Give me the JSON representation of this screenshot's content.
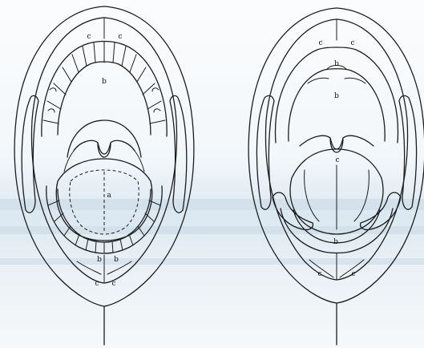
{
  "labels": {
    "left": {
      "c_upper_left": "c",
      "c_upper_right": "c",
      "b_palate": "b",
      "a_tongue": "a",
      "b_lower_left": "b",
      "b_lower_right": "b",
      "c_lower_left": "c",
      "c_lower_right": "c"
    },
    "right": {
      "c_upper_left": "c",
      "c_upper_right": "c",
      "b_upper": "b",
      "b_palate": "b",
      "c_tongue": "c",
      "b_lower": "b",
      "c_lower_left": "c",
      "c_lower_right": "c"
    }
  }
}
